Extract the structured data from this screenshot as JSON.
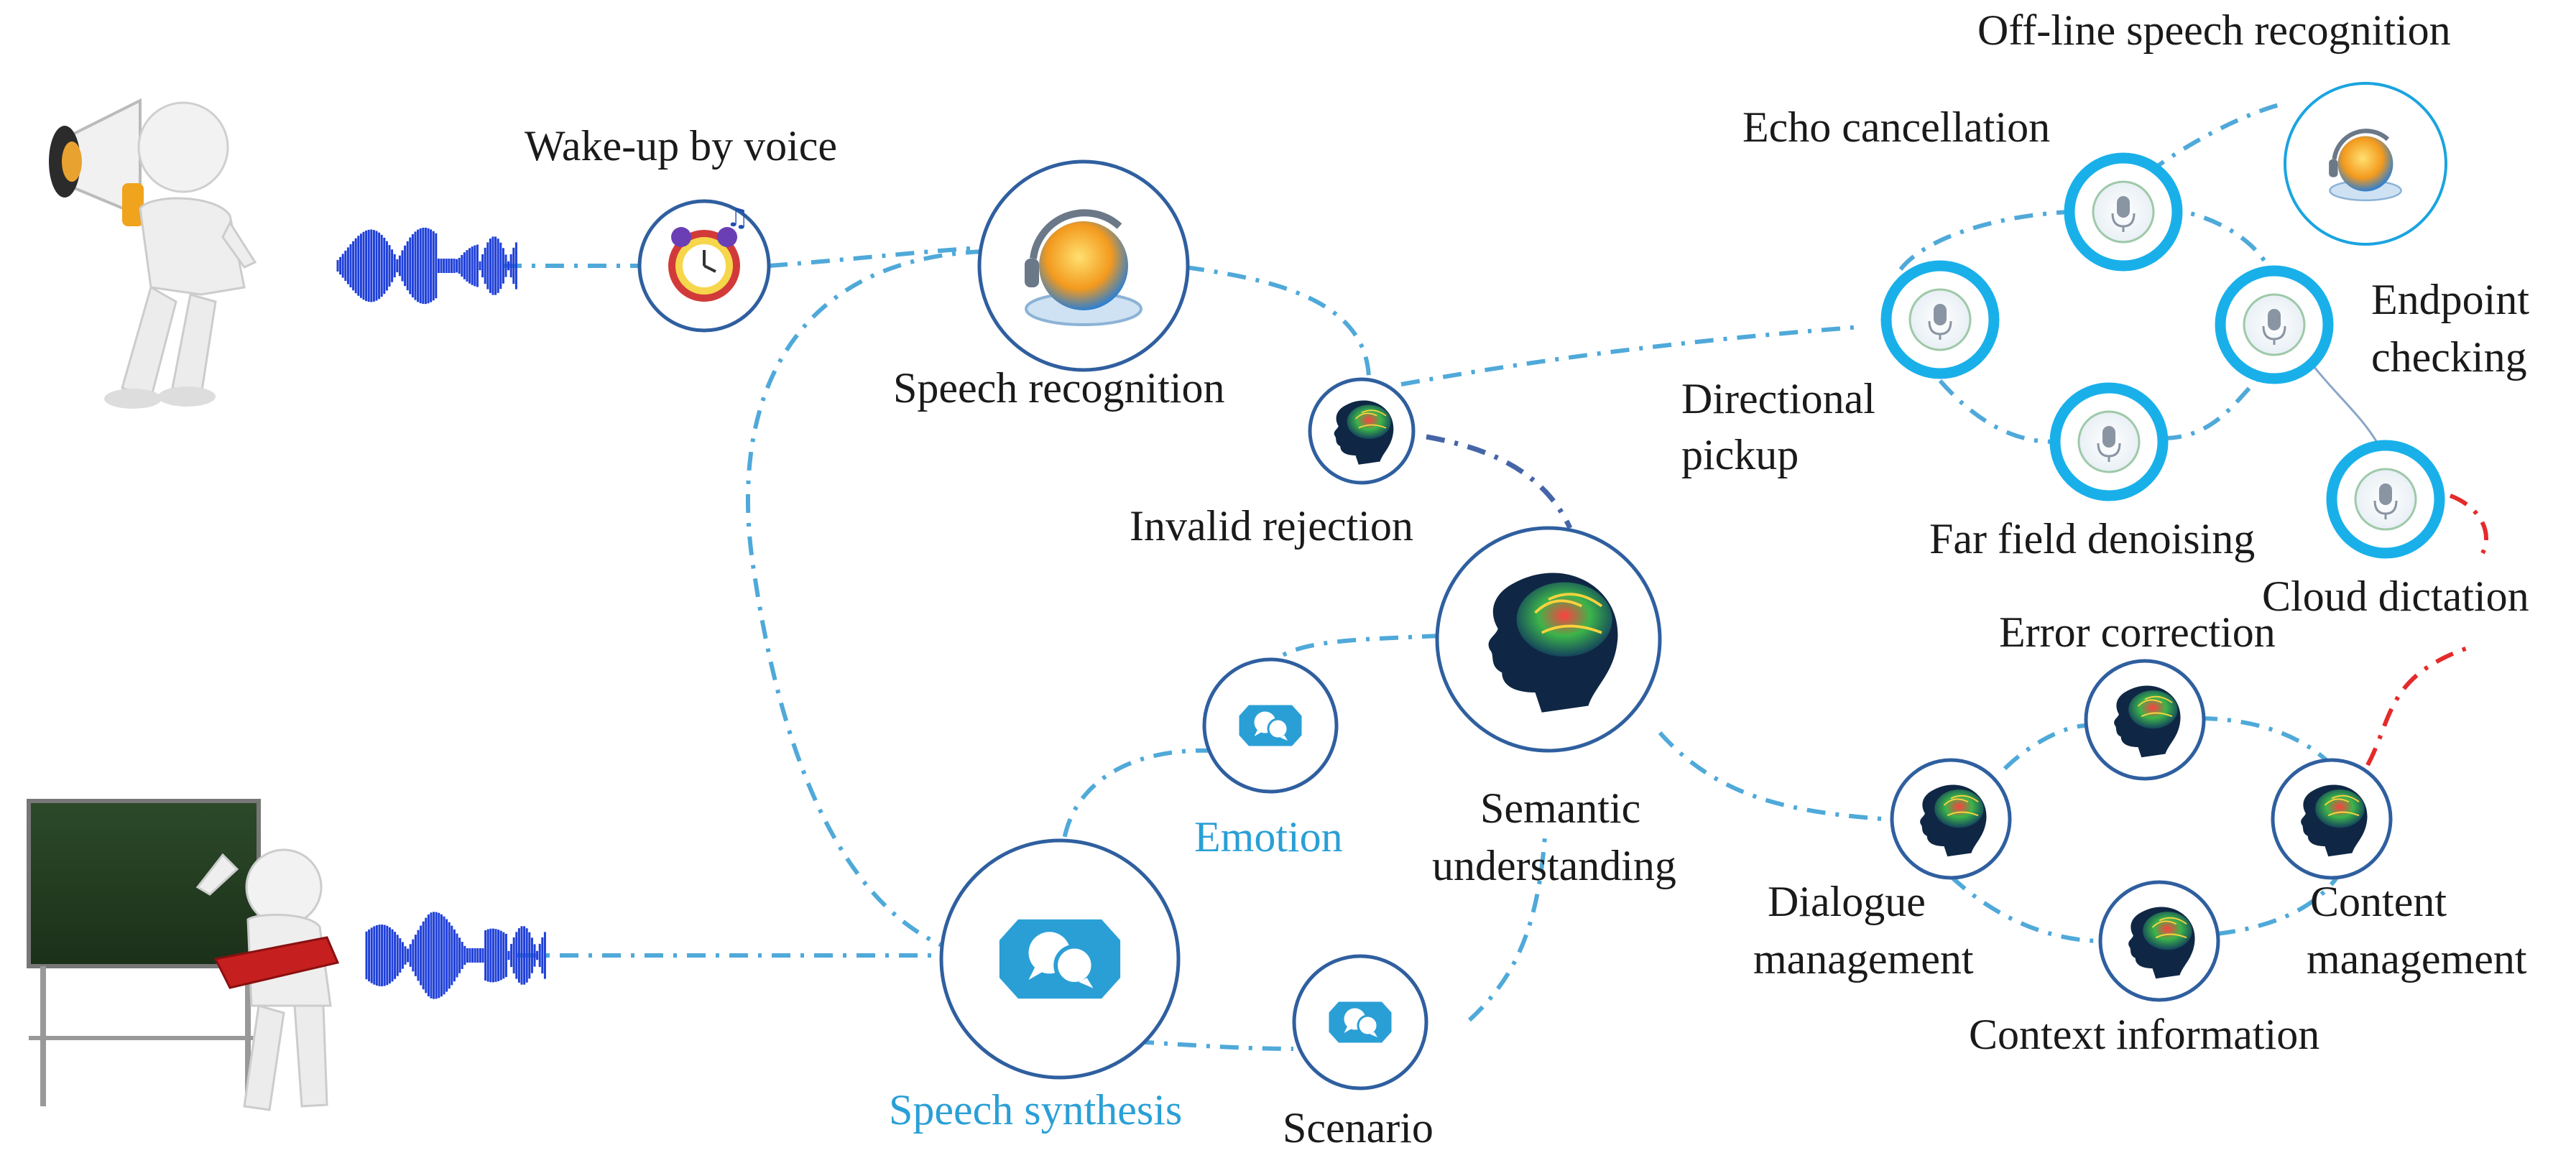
{
  "labels": {
    "wake_up": "Wake-up by voice",
    "speech_recognition": "Speech recognition",
    "invalid_rejection": "Invalid rejection",
    "semantic_understanding_1": "Semantic",
    "semantic_understanding_2": "understanding",
    "emotion": "Emotion",
    "speech_synthesis": "Speech synthesis",
    "scenario": "Scenario",
    "offline_speech_recognition": "Off-line speech recognition",
    "echo_cancellation": "Echo cancellation",
    "endpoint_checking_1": "Endpoint",
    "endpoint_checking_2": "checking",
    "directional_pickup_1": "Directional",
    "directional_pickup_2": "pickup",
    "far_field_denoising": "Far field denoising",
    "cloud_dictation": "Cloud dictation",
    "error_correction": "Error correction",
    "dialogue_management_1": "Dialogue",
    "dialogue_management_2": "management",
    "content_management_1": "Content",
    "content_management_2": "management",
    "context_information": "Context information"
  },
  "colors": {
    "connector": "#4fa9d9",
    "connector_dark": "#4565a8",
    "connector_red": "#e52a2a",
    "ring_dark": "#2f5f9f",
    "ring_thick": "#19b0ea",
    "accent_blue_text": "#2a9fd6",
    "chat_icon_fill": "#2a9fd6",
    "waveform": "#1e3fd8"
  },
  "icons": {
    "speaker_figure": "person-with-megaphone-icon",
    "teacher_figure": "teacher-at-blackboard-icon",
    "wake": "alarm-clock-icon",
    "speech_recognition": "globe-headset-icon",
    "brain": "brain-head-icon",
    "chat": "chat-bubbles-icon",
    "microphone": "microphone-icon"
  }
}
